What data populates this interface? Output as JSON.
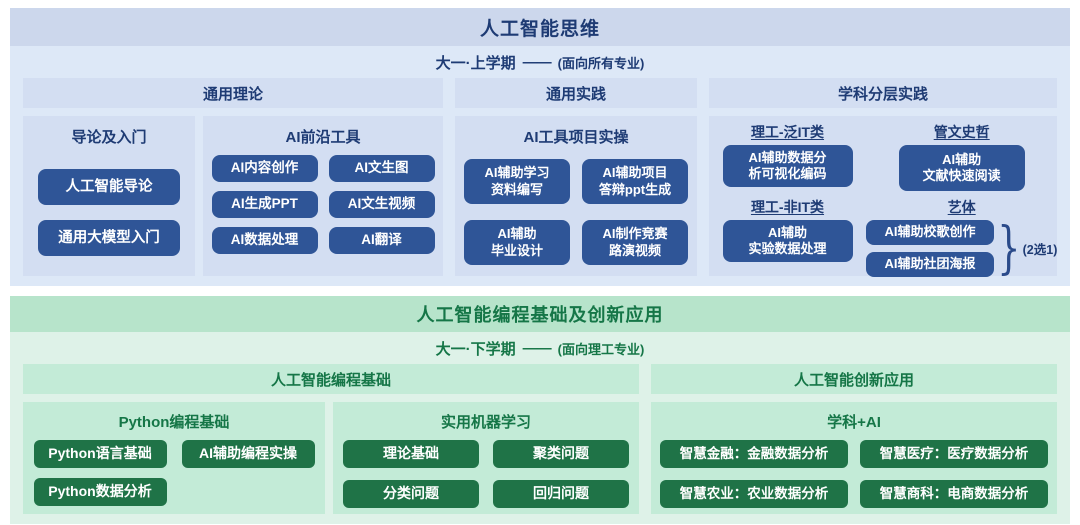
{
  "colors": {
    "blue_band": "#ccd7ec",
    "blue_body": "#dde8f7",
    "blue_panel": "#d3def2",
    "blue_text": "#1e3b74",
    "blue_button": "#2f5597",
    "green_band": "#b7e4cb",
    "green_body": "#def2e8",
    "green_panel": "#c3ebd7",
    "green_text": "#157647",
    "green_button": "#1f7347"
  },
  "top": {
    "title": "人工智能思维",
    "semester": "大一·上学期",
    "dash": "——",
    "audience": "(面向所有专业)",
    "col_headers": [
      "通用理论",
      "通用实践",
      "学科分层实践"
    ],
    "intro": {
      "title": "导论及入门",
      "buttons": [
        "人工智能导论",
        "通用大模型入门"
      ]
    },
    "tools": {
      "title": "AI前沿工具",
      "buttons": [
        "AI内容创作",
        "AI文生图",
        "AI生成PPT",
        "AI文生视频",
        "AI数据处理",
        "AI翻译"
      ]
    },
    "practice": {
      "title": "AI工具项目实操",
      "buttons": [
        "AI辅助学习\n资料编写",
        "AI辅助项目\n答辩ppt生成",
        "AI辅助\n毕业设计",
        "AI制作竞赛\n路演视频"
      ]
    },
    "layered": {
      "groups": [
        {
          "header": "理工-泛IT类",
          "buttons": [
            "AI辅助数据分\n析可视化编码"
          ]
        },
        {
          "header": "管文史哲",
          "buttons": [
            "AI辅助\n文献快速阅读"
          ]
        },
        {
          "header": "理工-非IT类",
          "buttons": [
            "AI辅助\n实验数据处理"
          ]
        },
        {
          "header": "艺体",
          "buttons": [
            "AI辅助校歌创作",
            "AI辅助社团海报"
          ],
          "brace": "}",
          "note": "(2选1)"
        }
      ]
    }
  },
  "bottom": {
    "title": "人工智能编程基础及创新应用",
    "semester": "大一·下学期",
    "dash": "——",
    "audience": "(面向理工专业)",
    "col_headers": [
      "人工智能编程基础",
      "人工智能创新应用"
    ],
    "python": {
      "title": "Python编程基础",
      "buttons": [
        "Python语言基础",
        "AI辅助编程实操",
        "Python数据分析"
      ]
    },
    "ml": {
      "title": "实用机器学习",
      "buttons": [
        "理论基础",
        "聚类问题",
        "分类问题",
        "回归问题"
      ]
    },
    "subject_ai": {
      "title": "学科+AI",
      "buttons": [
        "智慧金融：金融数据分析",
        "智慧医疗：医疗数据分析",
        "智慧农业：农业数据分析",
        "智慧商科：电商数据分析"
      ]
    }
  }
}
